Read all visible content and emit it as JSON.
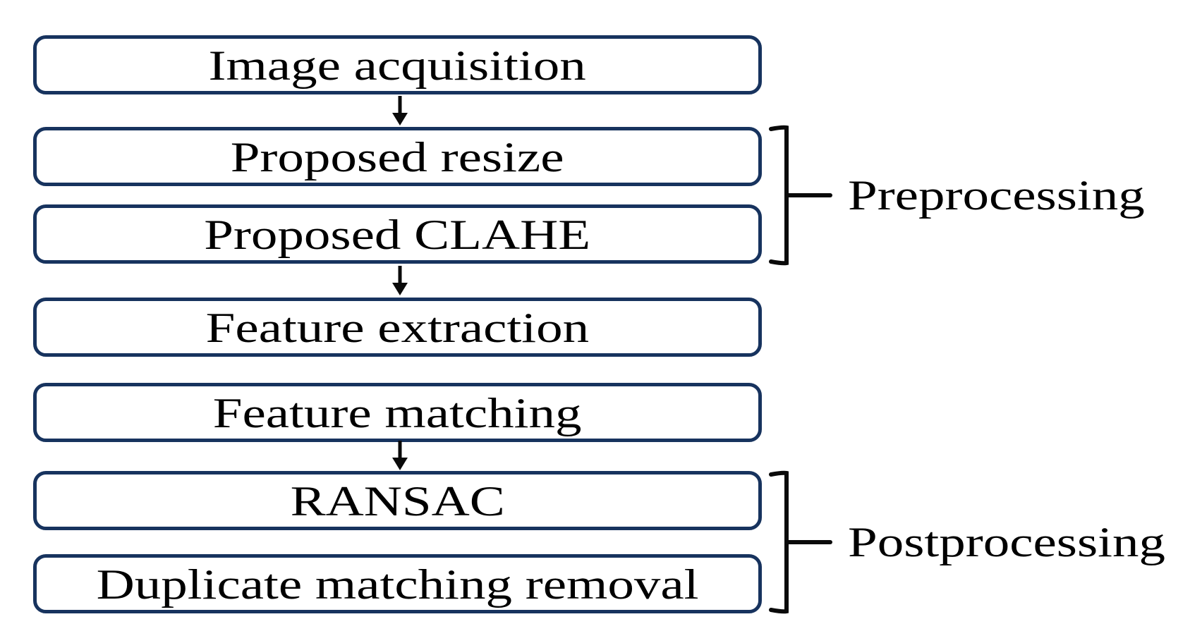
{
  "diagram": {
    "type": "flowchart",
    "nodes": [
      {
        "label": "Image acquisition",
        "arrow_to_next": true
      },
      {
        "label": "Proposed resize",
        "arrow_to_next": false
      },
      {
        "label": "Proposed CLAHE",
        "arrow_to_next": true
      },
      {
        "label": "Feature extraction",
        "arrow_to_next": false
      },
      {
        "label": "Feature matching",
        "arrow_to_next": true
      },
      {
        "label": "RANSAC",
        "arrow_to_next": false
      },
      {
        "label": "Duplicate matching removal",
        "arrow_to_next": false
      }
    ],
    "groups": [
      {
        "label": "Preprocessing",
        "spans": [
          "Proposed resize",
          "Proposed CLAHE"
        ]
      },
      {
        "label": "Postprocessing",
        "spans": [
          "RANSAC",
          "Duplicate matching removal"
        ]
      }
    ],
    "colors": {
      "box_border": "#17335e",
      "box_fill": "#ffffff",
      "line": "#0a0a0a",
      "text": "#000000",
      "background": "#ffffff"
    }
  }
}
